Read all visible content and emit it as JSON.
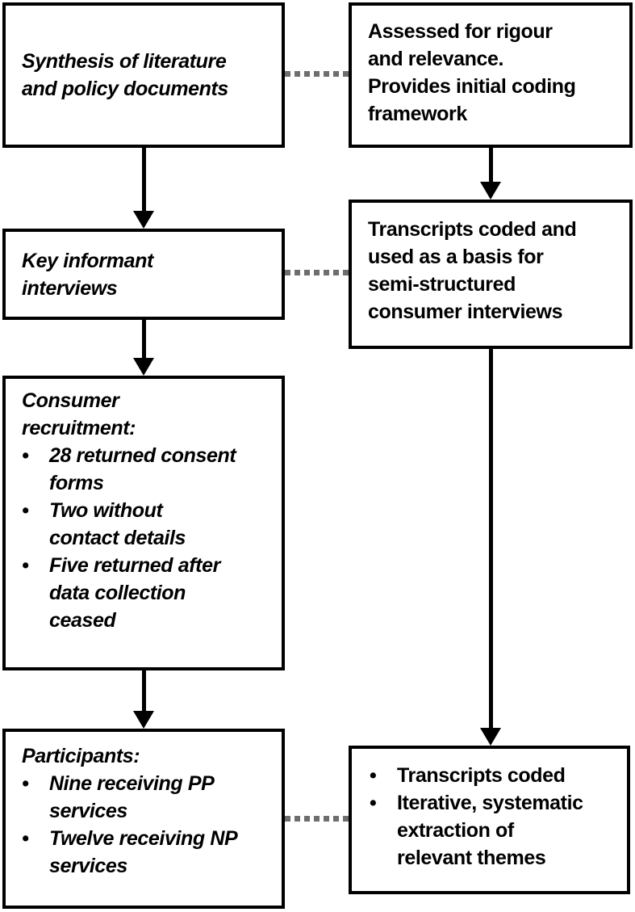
{
  "colors": {
    "background": "#ffffff",
    "box_border": "#000000",
    "text": "#000000",
    "arrow": "#000000",
    "dotted_connector": "#6e6e6e"
  },
  "bullet_glyph": "•",
  "boxes": {
    "synthesis": {
      "text": "Synthesis of literature\nand policy documents"
    },
    "key_informant": {
      "text": "Key informant\ninterviews"
    },
    "consumer_recruitment": {
      "title": "Consumer\nrecruitment:",
      "bullets": [
        "28 returned consent\nforms",
        "Two without\ncontact details",
        "Five returned after\ndata collection\nceased"
      ]
    },
    "participants": {
      "title": "Participants:",
      "bullets": [
        "Nine receiving PP\nservices",
        "Twelve receiving NP\nservices"
      ]
    },
    "assessed": {
      "text": "Assessed for rigour\nand relevance.\nProvides initial coding\nframework"
    },
    "transcripts_basis": {
      "text": "Transcripts coded and\nused as a basis for\nsemi-structured\nconsumer interviews"
    },
    "analysis": {
      "bullets": [
        "Transcripts coded",
        "Iterative, systematic\nextraction of\nrelevant themes"
      ]
    }
  }
}
